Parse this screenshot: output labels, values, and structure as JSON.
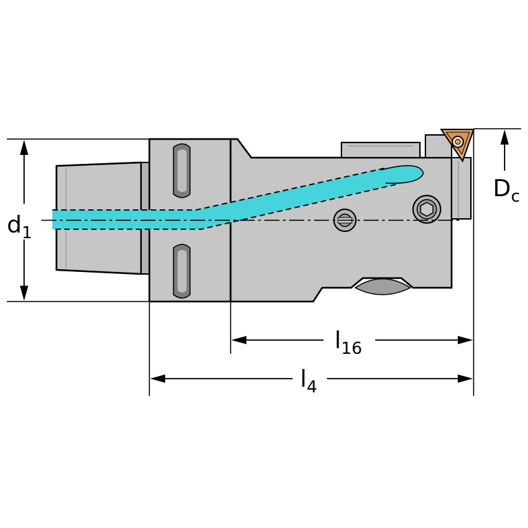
{
  "dimensions": {
    "d1": {
      "main": "d",
      "sub": "1"
    },
    "dc": {
      "main": "D",
      "sub": "c"
    },
    "l16": {
      "main": "l",
      "sub": "16"
    },
    "l4": {
      "main": "l",
      "sub": "4"
    }
  },
  "colors": {
    "body": "#c6c6c6",
    "body_dark": "#a9a9a9",
    "outline": "#000000",
    "coolant": "#45d4dc",
    "insert": "#e3a970",
    "background": "#ffffff"
  }
}
